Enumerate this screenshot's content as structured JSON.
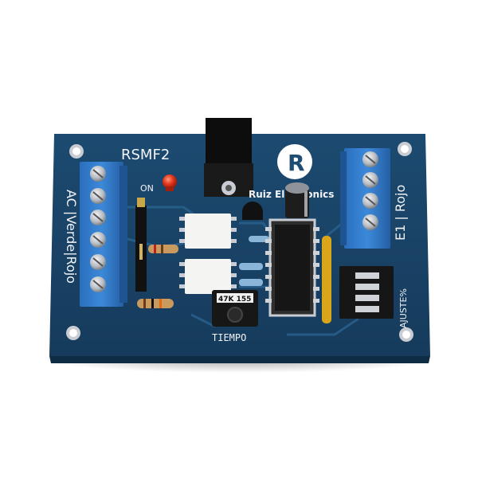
{
  "board": {
    "model": "RSMF2",
    "on_label": "ON",
    "brand": "Ruiz Electronics",
    "left_terminal_label": "AC |Verde|Rojo",
    "right_terminal_label": "E1 | Rojo",
    "dip_label": "AJUSTE%",
    "pot_label": "TIEMPO",
    "pot_value": "47K 155",
    "colors": {
      "pcb": "#1f4d73",
      "terminal": "#2d78c8",
      "copper_pad": "#c9cdd3"
    }
  }
}
